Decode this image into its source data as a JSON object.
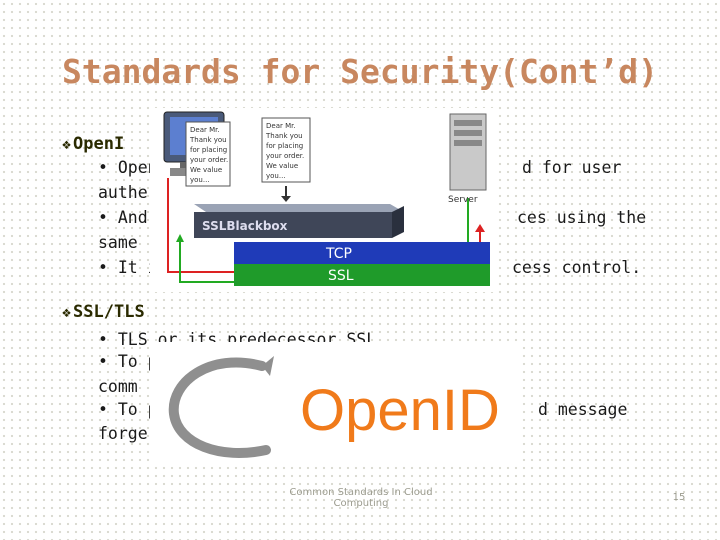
{
  "slide": {
    "title": "Standards for Security(Cont’d)",
    "section1": {
      "heading": "OpenI",
      "lines": [
        "• Open",
        "d for user",
        "authe",
        "• And",
        "ces using the",
        "same",
        "• It is",
        "cess control."
      ]
    },
    "section2": {
      "heading": "SSL/TLS",
      "lines": [
        "• TLS  or its predecessor SSL",
        "• To p",
        "comm",
        "• To p",
        "d message",
        "forge"
      ]
    },
    "diagram": {
      "letter_text": "Dear Mr.. Thank you for placing your order. We value you...",
      "box_label": "SSLBlackbox",
      "server_label": "Server",
      "tcp_label": "TCP",
      "ssl_label": "SSL"
    },
    "logo": {
      "text": "OpenID"
    },
    "footer": {
      "text_line1": "Common Standards In Cloud",
      "text_line2": "Computing",
      "page": "15"
    }
  }
}
